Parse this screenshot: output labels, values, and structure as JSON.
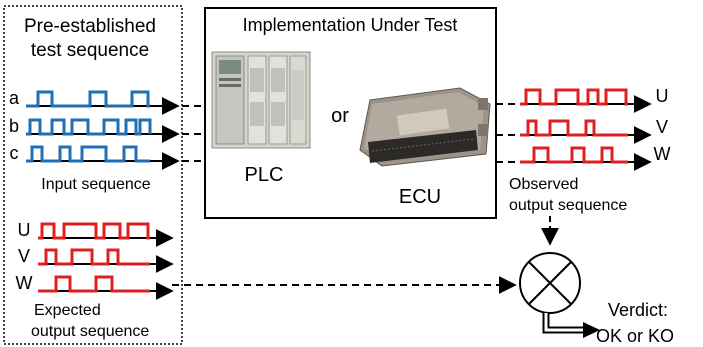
{
  "left_panel": {
    "title_line1": "Pre-established",
    "title_line2": "test sequence",
    "input_caption": "Input sequence",
    "expected_caption_line1": "Expected",
    "expected_caption_line2": "output sequence"
  },
  "iut": {
    "title": "Implementation Under Test",
    "plc_label": "PLC",
    "or_label": "or",
    "ecu_label": "ECU"
  },
  "observed": {
    "caption_line1": "Observed",
    "caption_line2": "output sequence"
  },
  "verdict": {
    "line1": "Verdict:",
    "line2": "OK or KO"
  },
  "signals": {
    "inputs": [
      {
        "name": "a",
        "color": "#1f6fb5"
      },
      {
        "name": "b",
        "color": "#1f6fb5"
      },
      {
        "name": "c",
        "color": "#1f6fb5"
      }
    ],
    "observed": [
      {
        "name": "U",
        "color": "#e02020"
      },
      {
        "name": "V",
        "color": "#e02020"
      },
      {
        "name": "W",
        "color": "#e02020"
      }
    ],
    "expected": [
      {
        "name": "U",
        "color": "#e02020"
      },
      {
        "name": "V",
        "color": "#e02020"
      },
      {
        "name": "W",
        "color": "#e02020"
      }
    ]
  },
  "colors": {
    "input_signal": "#1f6fb5",
    "output_signal": "#e02020",
    "axis": "#000000"
  },
  "icons": {
    "plc": "plc-device-image",
    "ecu": "ecu-device-image",
    "comparator": "circle-x-comparator-icon"
  }
}
